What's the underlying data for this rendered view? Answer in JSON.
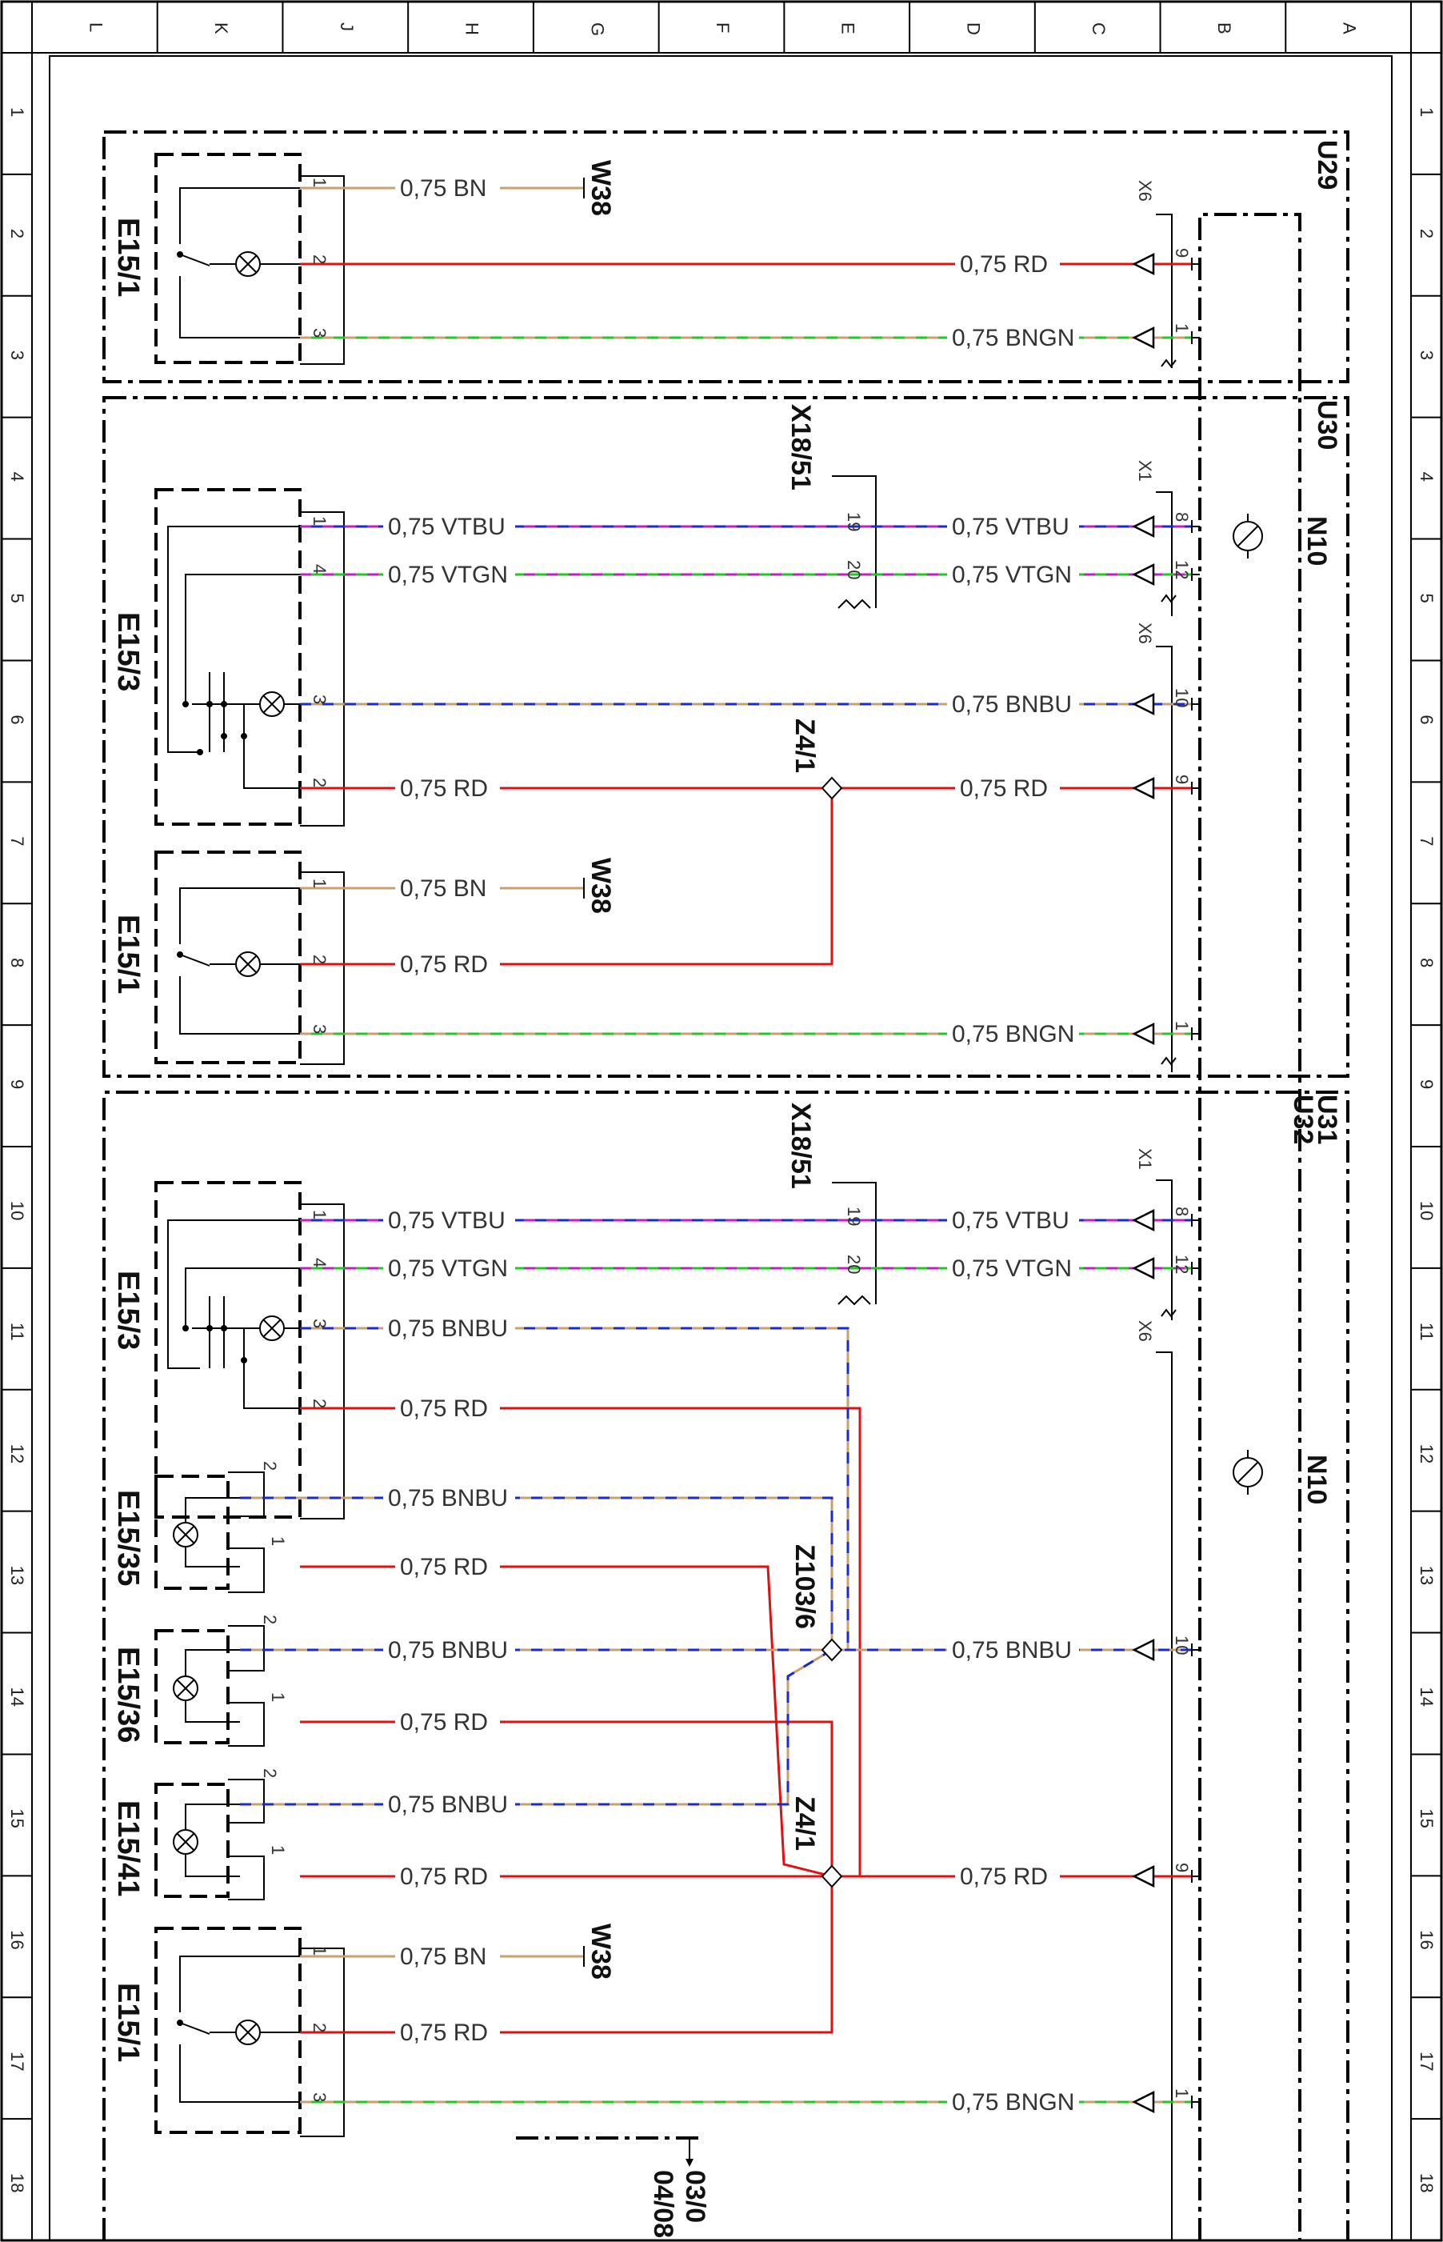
{
  "grid": {
    "columns": [
      "L",
      "K",
      "J",
      "H",
      "G",
      "F",
      "E",
      "D",
      "C",
      "B",
      "A"
    ],
    "rows": [
      "1",
      "2",
      "3",
      "4",
      "5",
      "6",
      "7",
      "8",
      "9",
      "10",
      "11",
      "12",
      "13",
      "14",
      "15",
      "16",
      "17",
      "18"
    ]
  },
  "modules": {
    "u29": "U29",
    "u30": "U30",
    "u31": "U31",
    "u32": "U32",
    "n10": "N10"
  },
  "components": {
    "e15_1_top": "E15/1",
    "e15_3_mid": "E15/3",
    "e15_1_mid": "E15/1",
    "e15_3_bot": "E15/3",
    "e15_35": "E15/35",
    "e15_36": "E15/36",
    "e15_41": "E15/41",
    "e15_1_bot": "E15/1"
  },
  "connectors": {
    "x6": "X6",
    "x1": "X1",
    "x18_51": "X18/51",
    "w38": "W38",
    "z4_1": "Z4/1",
    "z103_6": "Z103/6"
  },
  "wires": {
    "bn": "0,75 BN",
    "rd": "0,75 RD",
    "bngn": "0,75 BNGN",
    "vtbu": "0,75 VTBU",
    "vtgn": "0,75 VTGN",
    "bnbu": "0,75 BNBU"
  },
  "pins": {
    "p1": "1",
    "p2": "2",
    "p3": "3",
    "p4": "4",
    "p8": "8",
    "p9": "9",
    "p10": "10",
    "p12": "12",
    "p19": "19",
    "p20": "20"
  },
  "footer_ref": {
    "arrow_text": "03/0",
    "ref_text": "04/08"
  },
  "colors": {
    "red": "#e01010",
    "brown": "#c8a070",
    "green": "#22c822",
    "violet": "#c020c0",
    "blue": "#1a2ad0",
    "frame": "#000000"
  }
}
